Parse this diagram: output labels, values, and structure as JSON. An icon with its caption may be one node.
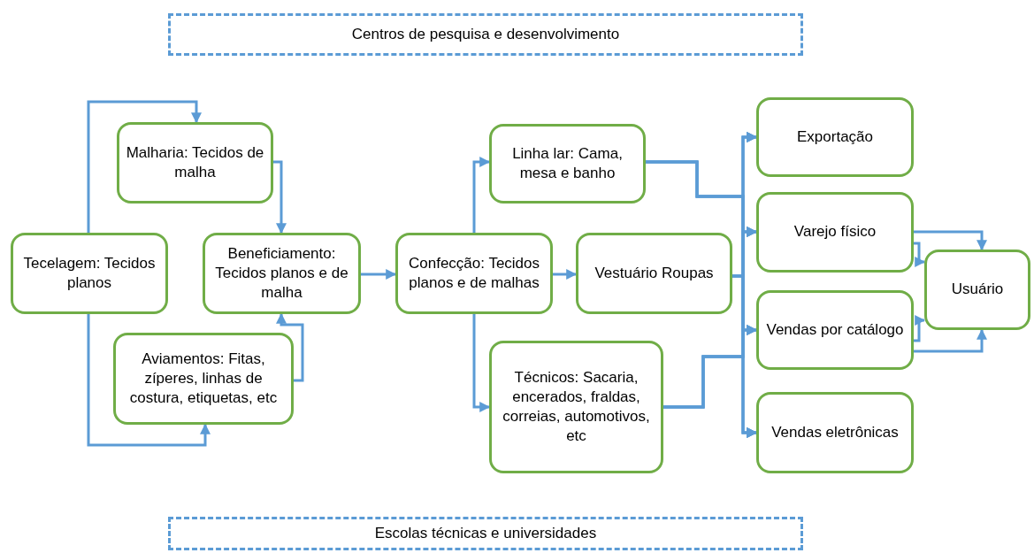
{
  "diagram": {
    "nodes": [
      {
        "text": [
          "Centros de pesquisa e desenvolvimento"
        ]
      },
      {
        "text": [
          "Tecelagem: Tecidos planos"
        ]
      },
      {
        "text": [
          "Malharia: Tecidos de malha"
        ]
      },
      {
        "text": [
          "Beneficiamento: Tecidos planos e de malha"
        ]
      },
      {
        "text": [
          "Aviamentos: Fitas, zíperes, linhas de costura, etiquetas, etc"
        ]
      },
      {
        "text": [
          "Confecção: Tecidos planos e de malhas"
        ]
      },
      {
        "text": [
          "Linha lar: Cama, mesa e banho"
        ]
      },
      {
        "text": [
          "Vestuário Roupas"
        ]
      },
      {
        "text": [
          "Técnicos: Sacaria, encerados, fraldas, correias, automotivos, etc"
        ]
      },
      {
        "text": [
          "Exportação"
        ]
      },
      {
        "text": [
          "Varejo físico"
        ]
      },
      {
        "text": [
          "Vendas por catálogo"
        ]
      },
      {
        "text": [
          "Vendas eletrônicas"
        ]
      },
      {
        "text": [
          "Usuário"
        ]
      },
      {
        "text": [
          "Escolas técnicas e universidades"
        ]
      }
    ],
    "edges": [
      {
        "from": 1,
        "to": 2,
        "arrow": "to"
      },
      {
        "from": 1,
        "to": 4,
        "arrow": "to"
      },
      {
        "from": 2,
        "to": 3,
        "arrow": "to"
      },
      {
        "from": 4,
        "to": 3,
        "arrow": "to"
      },
      {
        "from": 3,
        "to": 5,
        "arrow": "to"
      },
      {
        "from": 5,
        "to": 6,
        "arrow": "to"
      },
      {
        "from": 5,
        "to": 7,
        "arrow": "to"
      },
      {
        "from": 5,
        "to": 8,
        "arrow": "to"
      },
      {
        "from": 6,
        "to": 9,
        "arrow": "to"
      },
      {
        "from": 6,
        "to": 10,
        "arrow": "to"
      },
      {
        "from": 6,
        "to": 11,
        "arrow": "to"
      },
      {
        "from": 6,
        "to": 12,
        "arrow": "to"
      },
      {
        "from": 7,
        "to": 9,
        "arrow": "to"
      },
      {
        "from": 7,
        "to": 10,
        "arrow": "to"
      },
      {
        "from": 7,
        "to": 11,
        "arrow": "to"
      },
      {
        "from": 7,
        "to": 12,
        "arrow": "to"
      },
      {
        "from": 8,
        "to": 9,
        "arrow": "to"
      },
      {
        "from": 8,
        "to": 10,
        "arrow": "to"
      },
      {
        "from": 8,
        "to": 11,
        "arrow": "to"
      },
      {
        "from": 8,
        "to": 12,
        "arrow": "to"
      },
      {
        "from": 10,
        "to": 13,
        "arrow": "to"
      },
      {
        "from": 11,
        "to": 13,
        "arrow": "to"
      },
      {
        "from": 10,
        "to": 13,
        "arrow": "to"
      },
      {
        "from": 11,
        "to": 13,
        "arrow": "to"
      }
    ]
  }
}
